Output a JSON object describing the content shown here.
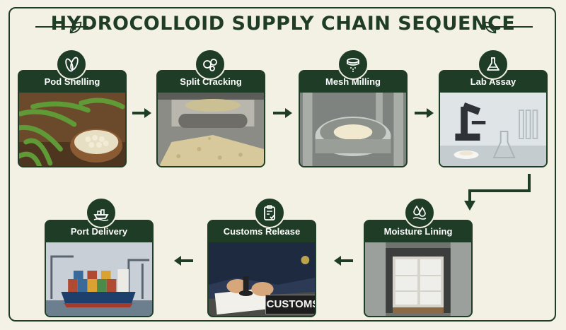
{
  "title": "HYDROCOLLOID SUPPLY CHAIN SEQUENCE",
  "steps": [
    {
      "label": "Pod Shelling",
      "icon": "bean-pods-icon"
    },
    {
      "label": "Split Cracking",
      "icon": "cracked-seeds-icon"
    },
    {
      "label": "Mesh Milling",
      "icon": "mill-sieve-icon"
    },
    {
      "label": "Lab Assay",
      "icon": "flask-icon"
    },
    {
      "label": "Moisture Lining",
      "icon": "water-drops-icon"
    },
    {
      "label": "Customs Release",
      "icon": "clipboard-check-icon"
    },
    {
      "label": "Port Delivery",
      "icon": "cargo-ship-icon"
    }
  ],
  "customs_stamp_text": "CUSTOMS",
  "colors": {
    "primary": "#1f3d26",
    "background": "#f3f0e4"
  }
}
